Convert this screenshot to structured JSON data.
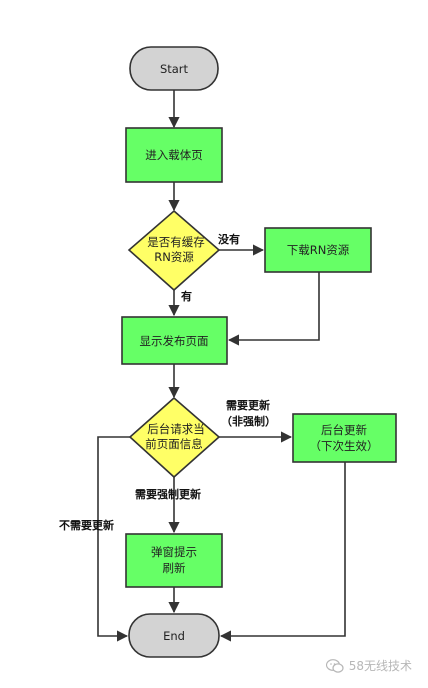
{
  "nodes": {
    "start": {
      "label": "Start"
    },
    "enter_page": {
      "label": "进入载体页"
    },
    "cache_check": {
      "lines": [
        "是否有缓存",
        "RN资源"
      ]
    },
    "download": {
      "label": "下载RN资源"
    },
    "display": {
      "label": "显示发布页面"
    },
    "request": {
      "lines": [
        "后台请求当",
        "前页面信息"
      ]
    },
    "bg_update": {
      "lines": [
        "后台更新",
        "（下次生效）"
      ]
    },
    "popup": {
      "lines": [
        "弹窗提示",
        "刷新"
      ]
    },
    "end": {
      "label": "End"
    }
  },
  "edges": {
    "no_cache": "没有",
    "has_cache": "有",
    "need_update_non_forced": [
      "需要更新",
      "（非强制）"
    ],
    "need_forced_update": "需要强制更新",
    "no_update_needed": "不需要更新"
  },
  "watermark": {
    "text": "58无线技术"
  },
  "colors": {
    "green_fill": "#66ff66",
    "diamond_fill": "#ffff66",
    "terminal_fill": "#d3d3d3",
    "stroke": "#333333"
  }
}
